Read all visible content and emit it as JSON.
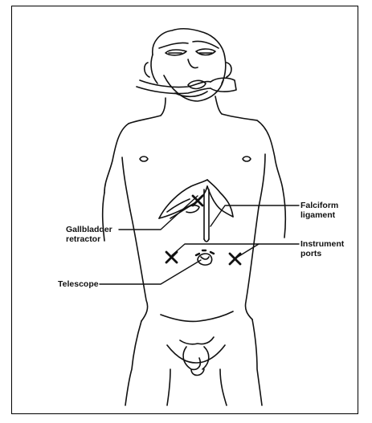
{
  "labels": {
    "gallbladder_retractor": [
      "Gallbladder",
      "retractor"
    ],
    "falciform_ligament": [
      "Falciform",
      "ligament"
    ],
    "instrument_ports": [
      "Instrument",
      "ports"
    ],
    "telescope": "Telescope"
  },
  "colors": {
    "line": "#111111",
    "background": "#ffffff"
  }
}
